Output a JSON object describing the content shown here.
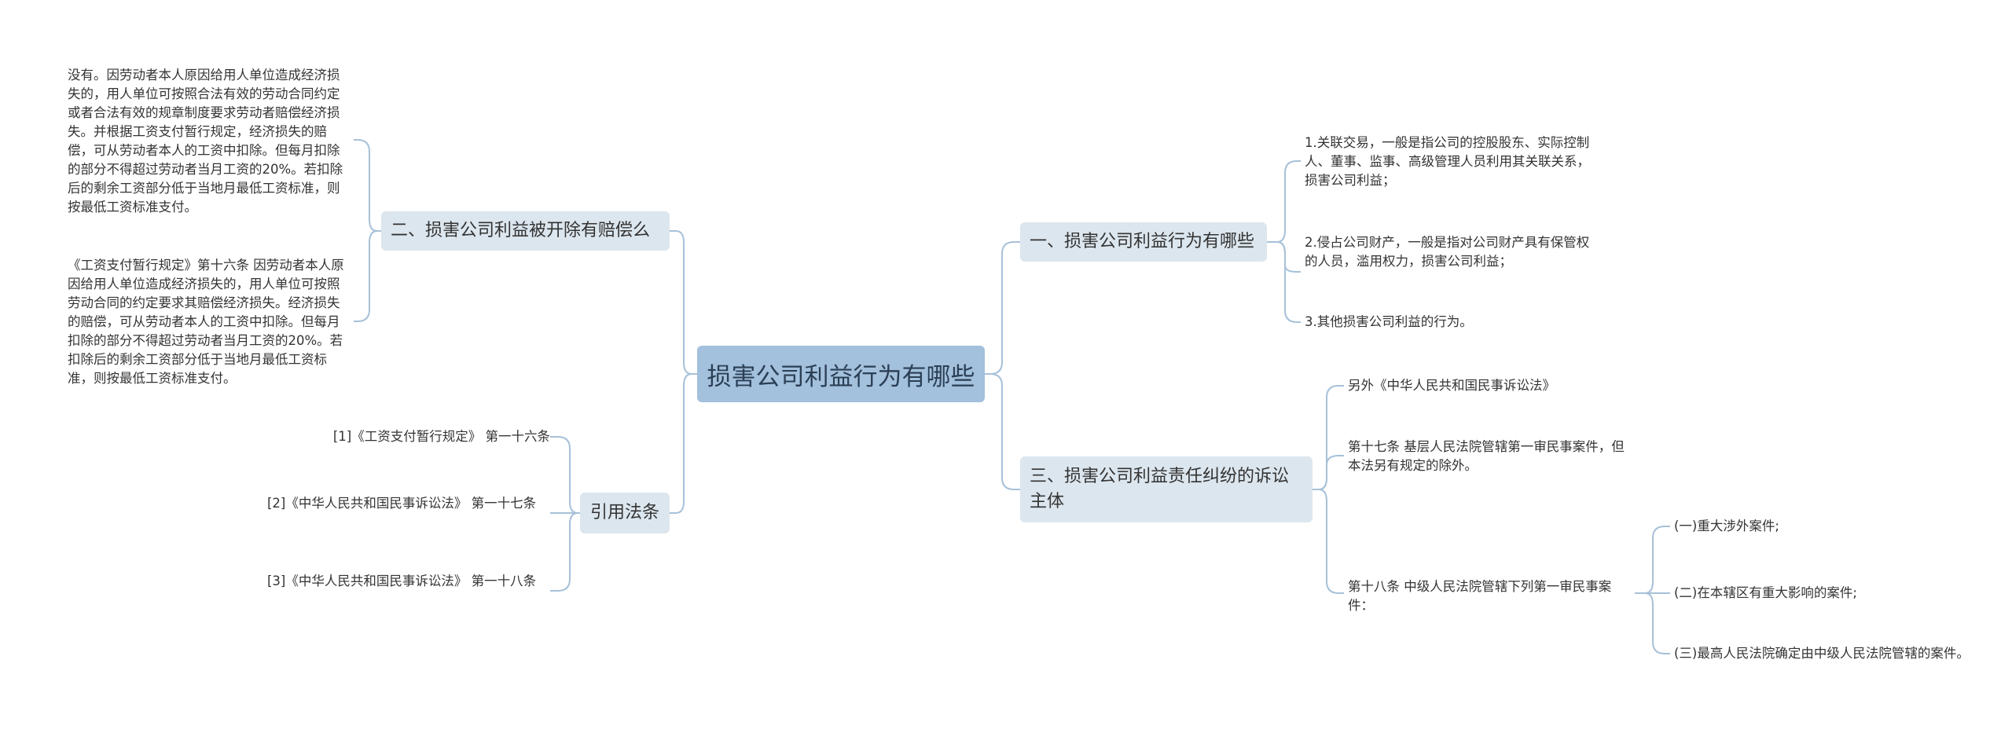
{
  "root": "损害公司利益行为有哪些",
  "branches": {
    "b1": {
      "label": "一、损害公司利益行为有哪些",
      "items": [
        "1.关联交易，一般是指公司的控股股东、实际控制人、董事、监事、高级管理人员利用其关联关系，损害公司利益；",
        "2.侵占公司财产，一般是指对公司财产具有保管权的人员，滥用权力，损害公司利益；",
        "3.其他损害公司利益的行为。"
      ]
    },
    "b2": {
      "label": "二、损害公司利益被开除有赔偿么",
      "items": [
        "没有。因劳动者本人原因给用人单位造成经济损失的，用人单位可按照合法有效的劳动合同约定或者合法有效的规章制度要求劳动者赔偿经济损失。并根据工资支付暂行规定，经济损失的赔偿，可从劳动者本人的工资中扣除。但每月扣除的部分不得超过劳动者当月工资的20%。若扣除后的剩余工资部分低于当地月最低工资标准，则按最低工资标准支付。",
        "《工资支付暂行规定》第十六条 因劳动者本人原因给用人单位造成经济损失的，用人单位可按照劳动合同的约定要求其赔偿经济损失。经济损失的赔偿，可从劳动者本人的工资中扣除。但每月扣除的部分不得超过劳动者当月工资的20%。若扣除后的剩余工资部分低于当地月最低工资标准，则按最低工资标准支付。"
      ]
    },
    "b3": {
      "label": "三、损害公司利益责任纠纷的诉讼主体",
      "items": [
        "另外《中华人民共和国民事诉讼法》",
        "第十七条 基层人民法院管辖第一审民事案件，但本法另有规定的除外。",
        "第十八条 中级人民法院管辖下列第一审民事案件："
      ],
      "sub_items": [
        "(一)重大涉外案件;",
        "(二)在本辖区有重大影响的案件;",
        "(三)最高人民法院确定由中级人民法院管辖的案件。"
      ]
    },
    "b4": {
      "label": "引用法条",
      "items": [
        "[1]《工资支付暂行规定》 第一十六条",
        "[2]《中华人民共和国民事诉讼法》 第一十七条",
        "[3]《中华人民共和国民事诉讼法》 第一十八条"
      ]
    }
  },
  "colors": {
    "root_bg": "#a3c0dc",
    "branch_bg": "#dce6ee",
    "line": "#a7c1d8"
  }
}
